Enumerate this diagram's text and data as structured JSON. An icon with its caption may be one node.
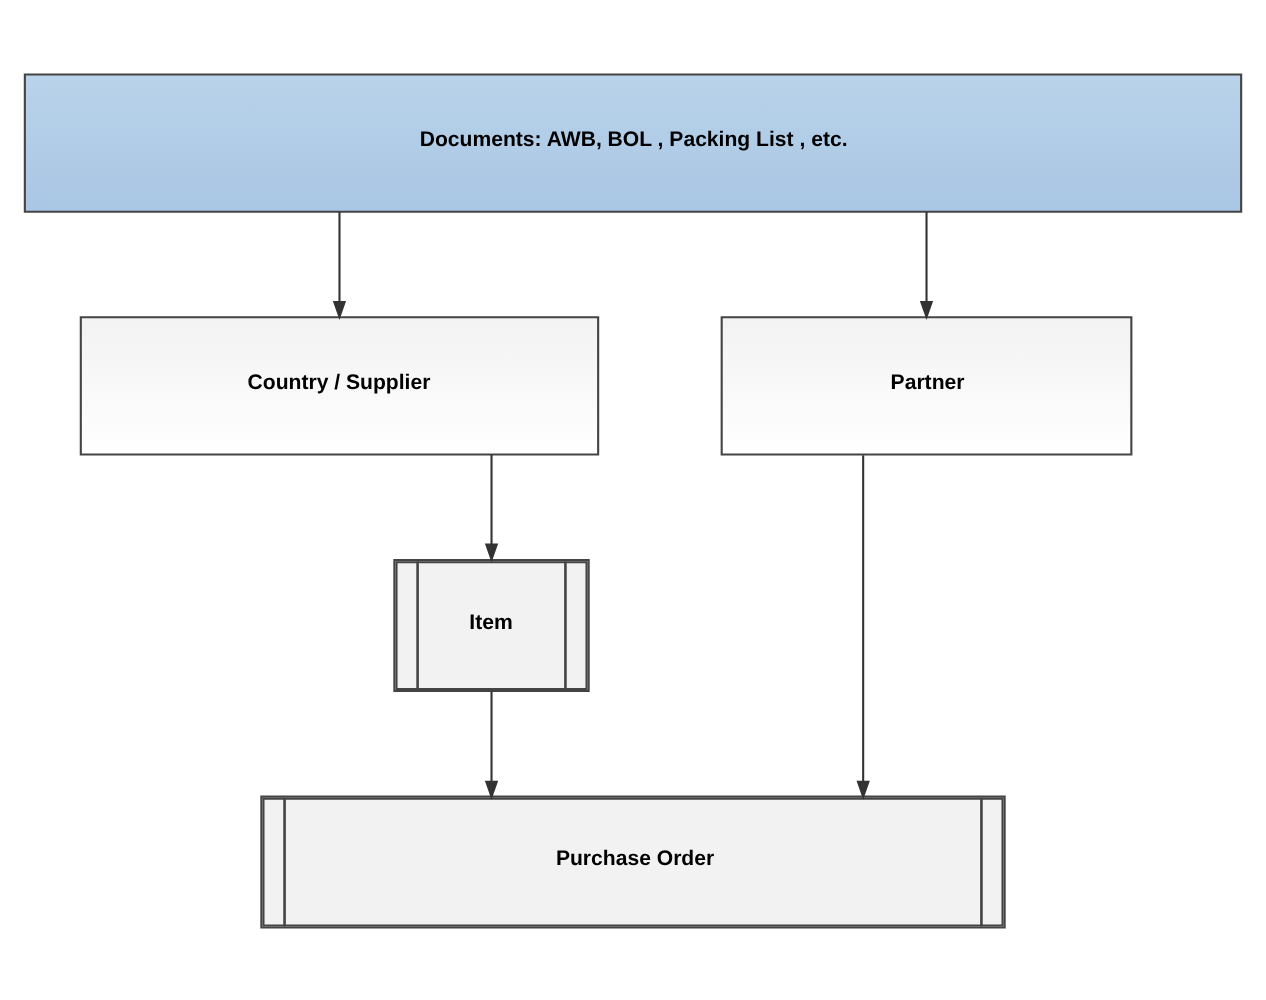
{
  "diagram": {
    "nodes": [
      {
        "text": [
          "Documents: AWB, BOL , Packing List , etc."
        ]
      },
      {
        "text": [
          "Country / Supplier"
        ]
      },
      {
        "text": [
          "Partner"
        ]
      },
      {
        "text": [
          "Item"
        ]
      },
      {
        "text": [
          "Purchase Order"
        ]
      }
    ],
    "edges": [
      {
        "from": 0,
        "to": 1,
        "arrow": "to"
      },
      {
        "from": 0,
        "to": 2,
        "arrow": "to"
      },
      {
        "from": 1,
        "to": 3,
        "arrow": "to"
      },
      {
        "from": 3,
        "to": 4,
        "arrow": "to"
      },
      {
        "from": 2,
        "to": 4,
        "arrow": "to"
      }
    ]
  }
}
